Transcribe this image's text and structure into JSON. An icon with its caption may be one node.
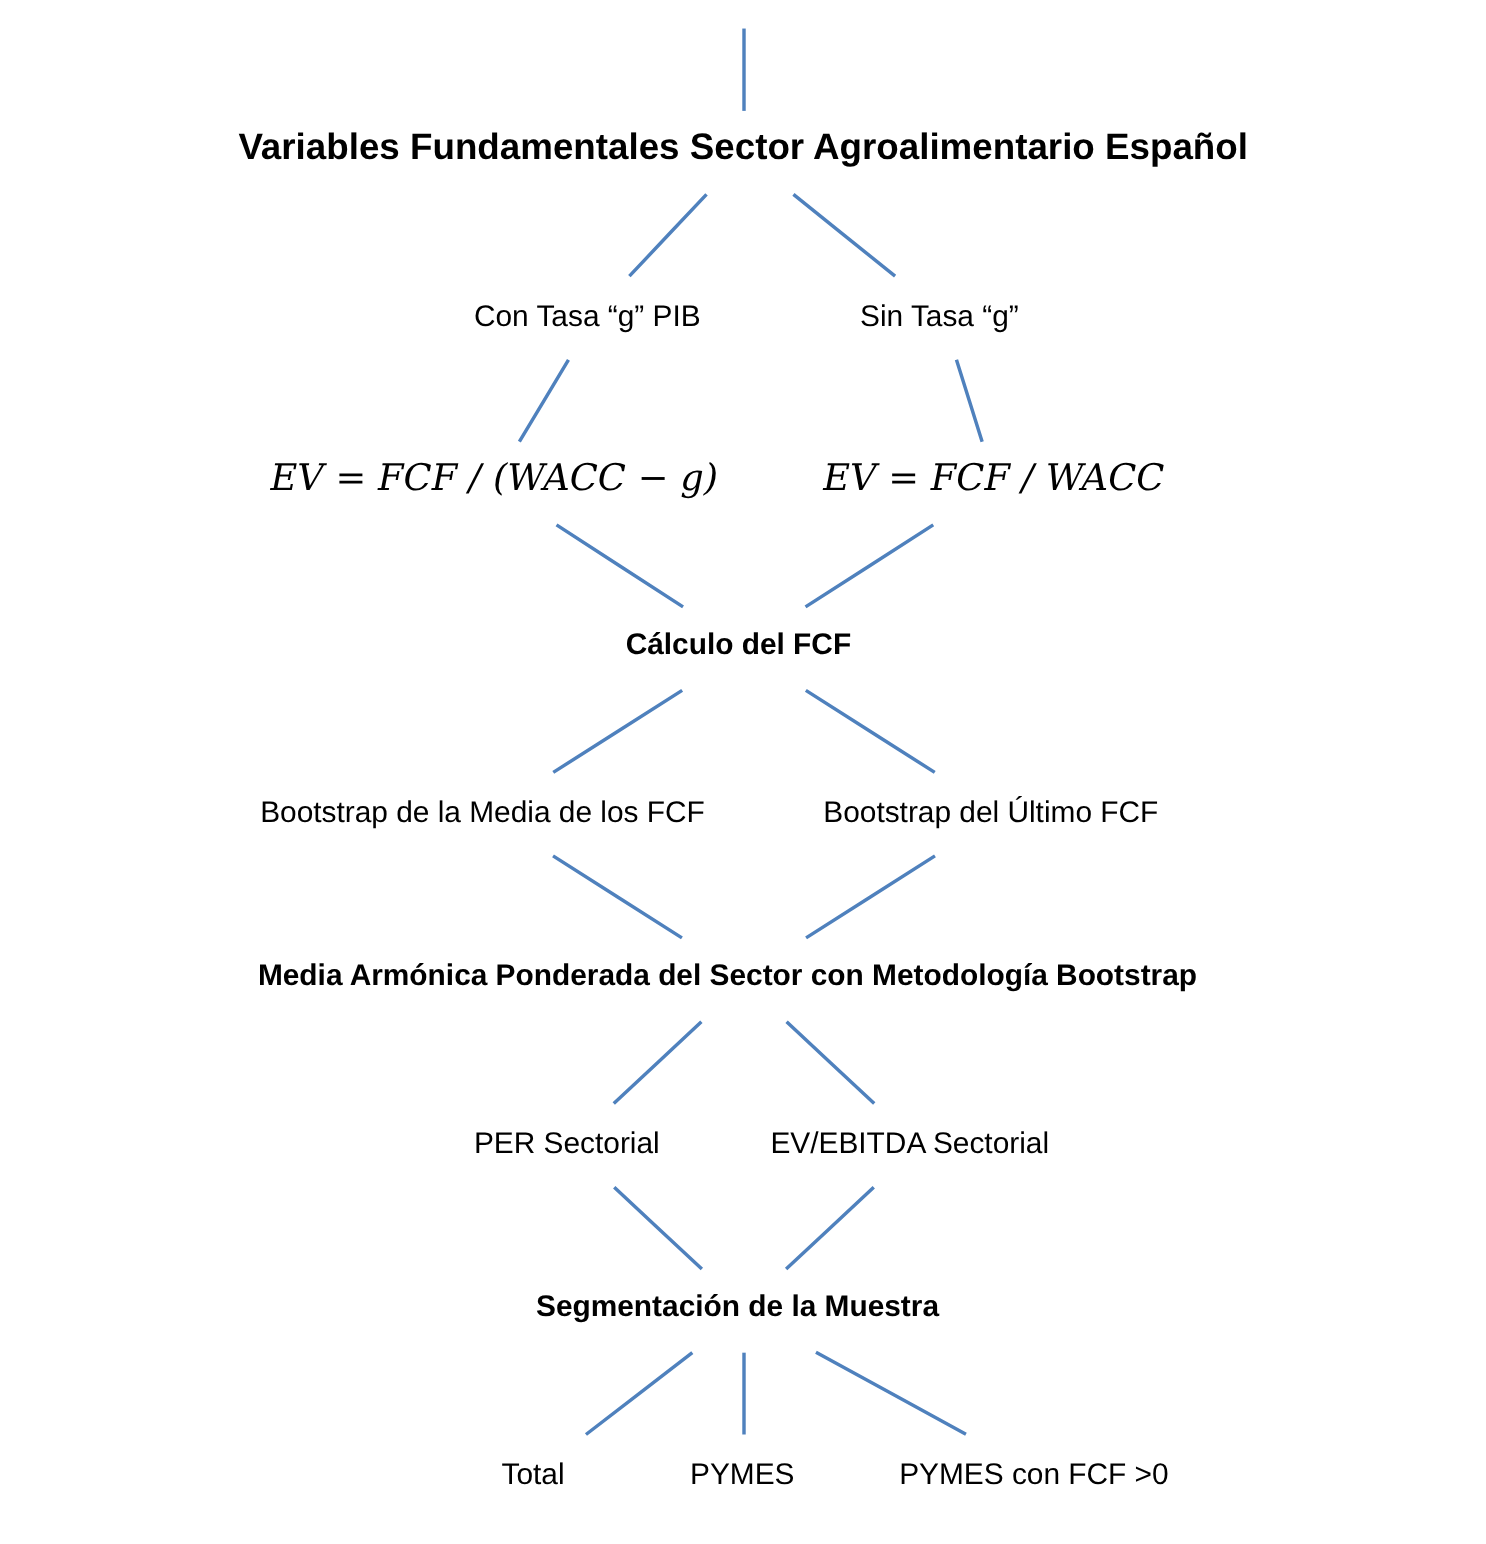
{
  "diagram": {
    "nodes": [
      {
        "text": [
          "Variables Fundamentales Sector Agroalimentario Español"
        ]
      },
      {
        "text": [
          "Con Tasa “g” PIB"
        ]
      },
      {
        "text": [
          "Sin Tasa “g”"
        ]
      },
      {
        "text": [
          "EV = FCF / (WACC − g)"
        ]
      },
      {
        "text": [
          "EV = FCF / WACC"
        ]
      },
      {
        "text": [
          "Cálculo del FCF"
        ]
      },
      {
        "text": [
          "Bootstrap de la Media de los FCF"
        ]
      },
      {
        "text": [
          "Bootstrap del Último FCF"
        ]
      },
      {
        "text": [
          "Media Armónica Ponderada del Sector con Metodología Bootstrap"
        ]
      },
      {
        "text": [
          "PER Sectorial"
        ]
      },
      {
        "text": [
          "EV/EBITDA Sectorial"
        ]
      },
      {
        "text": [
          "Segmentación de la Muestra"
        ]
      },
      {
        "text": [
          "Total"
        ]
      },
      {
        "text": [
          "PYMES"
        ]
      },
      {
        "text": [
          "PYMES con FCF >0"
        ]
      }
    ],
    "edges": [
      {
        "from": null,
        "to": 0,
        "arrow": "none"
      },
      {
        "from": 0,
        "to": 1,
        "arrow": "none"
      },
      {
        "from": 0,
        "to": 2,
        "arrow": "none"
      },
      {
        "from": 1,
        "to": 3,
        "arrow": "none"
      },
      {
        "from": 2,
        "to": 4,
        "arrow": "none"
      },
      {
        "from": 3,
        "to": 5,
        "arrow": "none"
      },
      {
        "from": 4,
        "to": 5,
        "arrow": "none"
      },
      {
        "from": 5,
        "to": 6,
        "arrow": "none"
      },
      {
        "from": 5,
        "to": 7,
        "arrow": "none"
      },
      {
        "from": 6,
        "to": 8,
        "arrow": "none"
      },
      {
        "from": 7,
        "to": 8,
        "arrow": "none"
      },
      {
        "from": 8,
        "to": 9,
        "arrow": "none"
      },
      {
        "from": 8,
        "to": 10,
        "arrow": "none"
      },
      {
        "from": 9,
        "to": 11,
        "arrow": "none"
      },
      {
        "from": 10,
        "to": 11,
        "arrow": "none"
      },
      {
        "from": 11,
        "to": 12,
        "arrow": "none"
      },
      {
        "from": 11,
        "to": 13,
        "arrow": "none"
      },
      {
        "from": 11,
        "to": 14,
        "arrow": "none"
      }
    ]
  }
}
